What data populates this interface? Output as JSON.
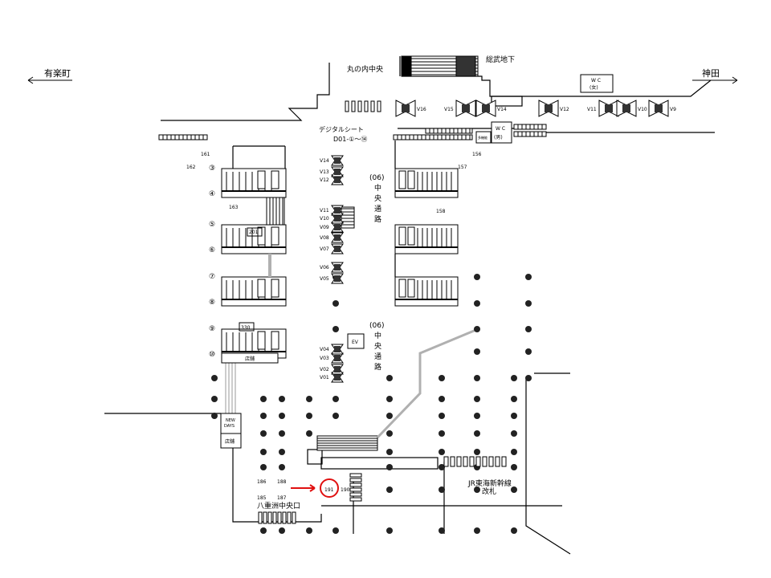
{
  "directions": {
    "left": "有楽町",
    "right": "神田"
  },
  "areas": {
    "marunouchi_central": "丸の内中央",
    "sobu_underground": "総武地下",
    "wc_female": [
      "W C",
      "(女)"
    ],
    "wc_male": [
      "W C",
      "(男)"
    ],
    "multipurpose_toilet": "多機能",
    "digital_seat": "デジタルシート",
    "digital_seat_range": "D01-①～⑭",
    "central_passage_1": [
      "(06)",
      "中",
      "央",
      "通",
      "路"
    ],
    "central_passage_2": [
      "(06)",
      "中",
      "央",
      "通",
      "路"
    ],
    "elevator": "EV",
    "newdays": [
      "NEW",
      "DAYS"
    ],
    "shop_1": "店舗",
    "shop_2": "店舗",
    "yaesu_central_exit": "八重洲中央口",
    "shinkansen_gate": [
      "JR東海新幹線",
      "改札"
    ]
  },
  "platform_numbers": [
    "③",
    "④",
    "⑤",
    "⑥",
    "⑦",
    "⑧",
    "⑨",
    "⑩"
  ],
  "pillar_labels": [
    "V01",
    "V02",
    "V03",
    "V04",
    "V05",
    "V06",
    "V07",
    "V08",
    "V09",
    "V10",
    "V11",
    "V12",
    "V13",
    "V14",
    "V15",
    "V16",
    "V12",
    "V11",
    "V10",
    "V9"
  ],
  "ad_numbers": {
    "n161": "161",
    "n162": "162",
    "n163": "163",
    "n156": "156",
    "n157": "157",
    "n158": "158",
    "n201": "201",
    "n330": "330",
    "n185": "185",
    "n186": "186",
    "n187": "187",
    "n188": "188",
    "n190": "190",
    "n191": "191"
  },
  "colors": {
    "highlight": "#e01010",
    "line": "#000000",
    "passage": "#b0b0b0"
  }
}
